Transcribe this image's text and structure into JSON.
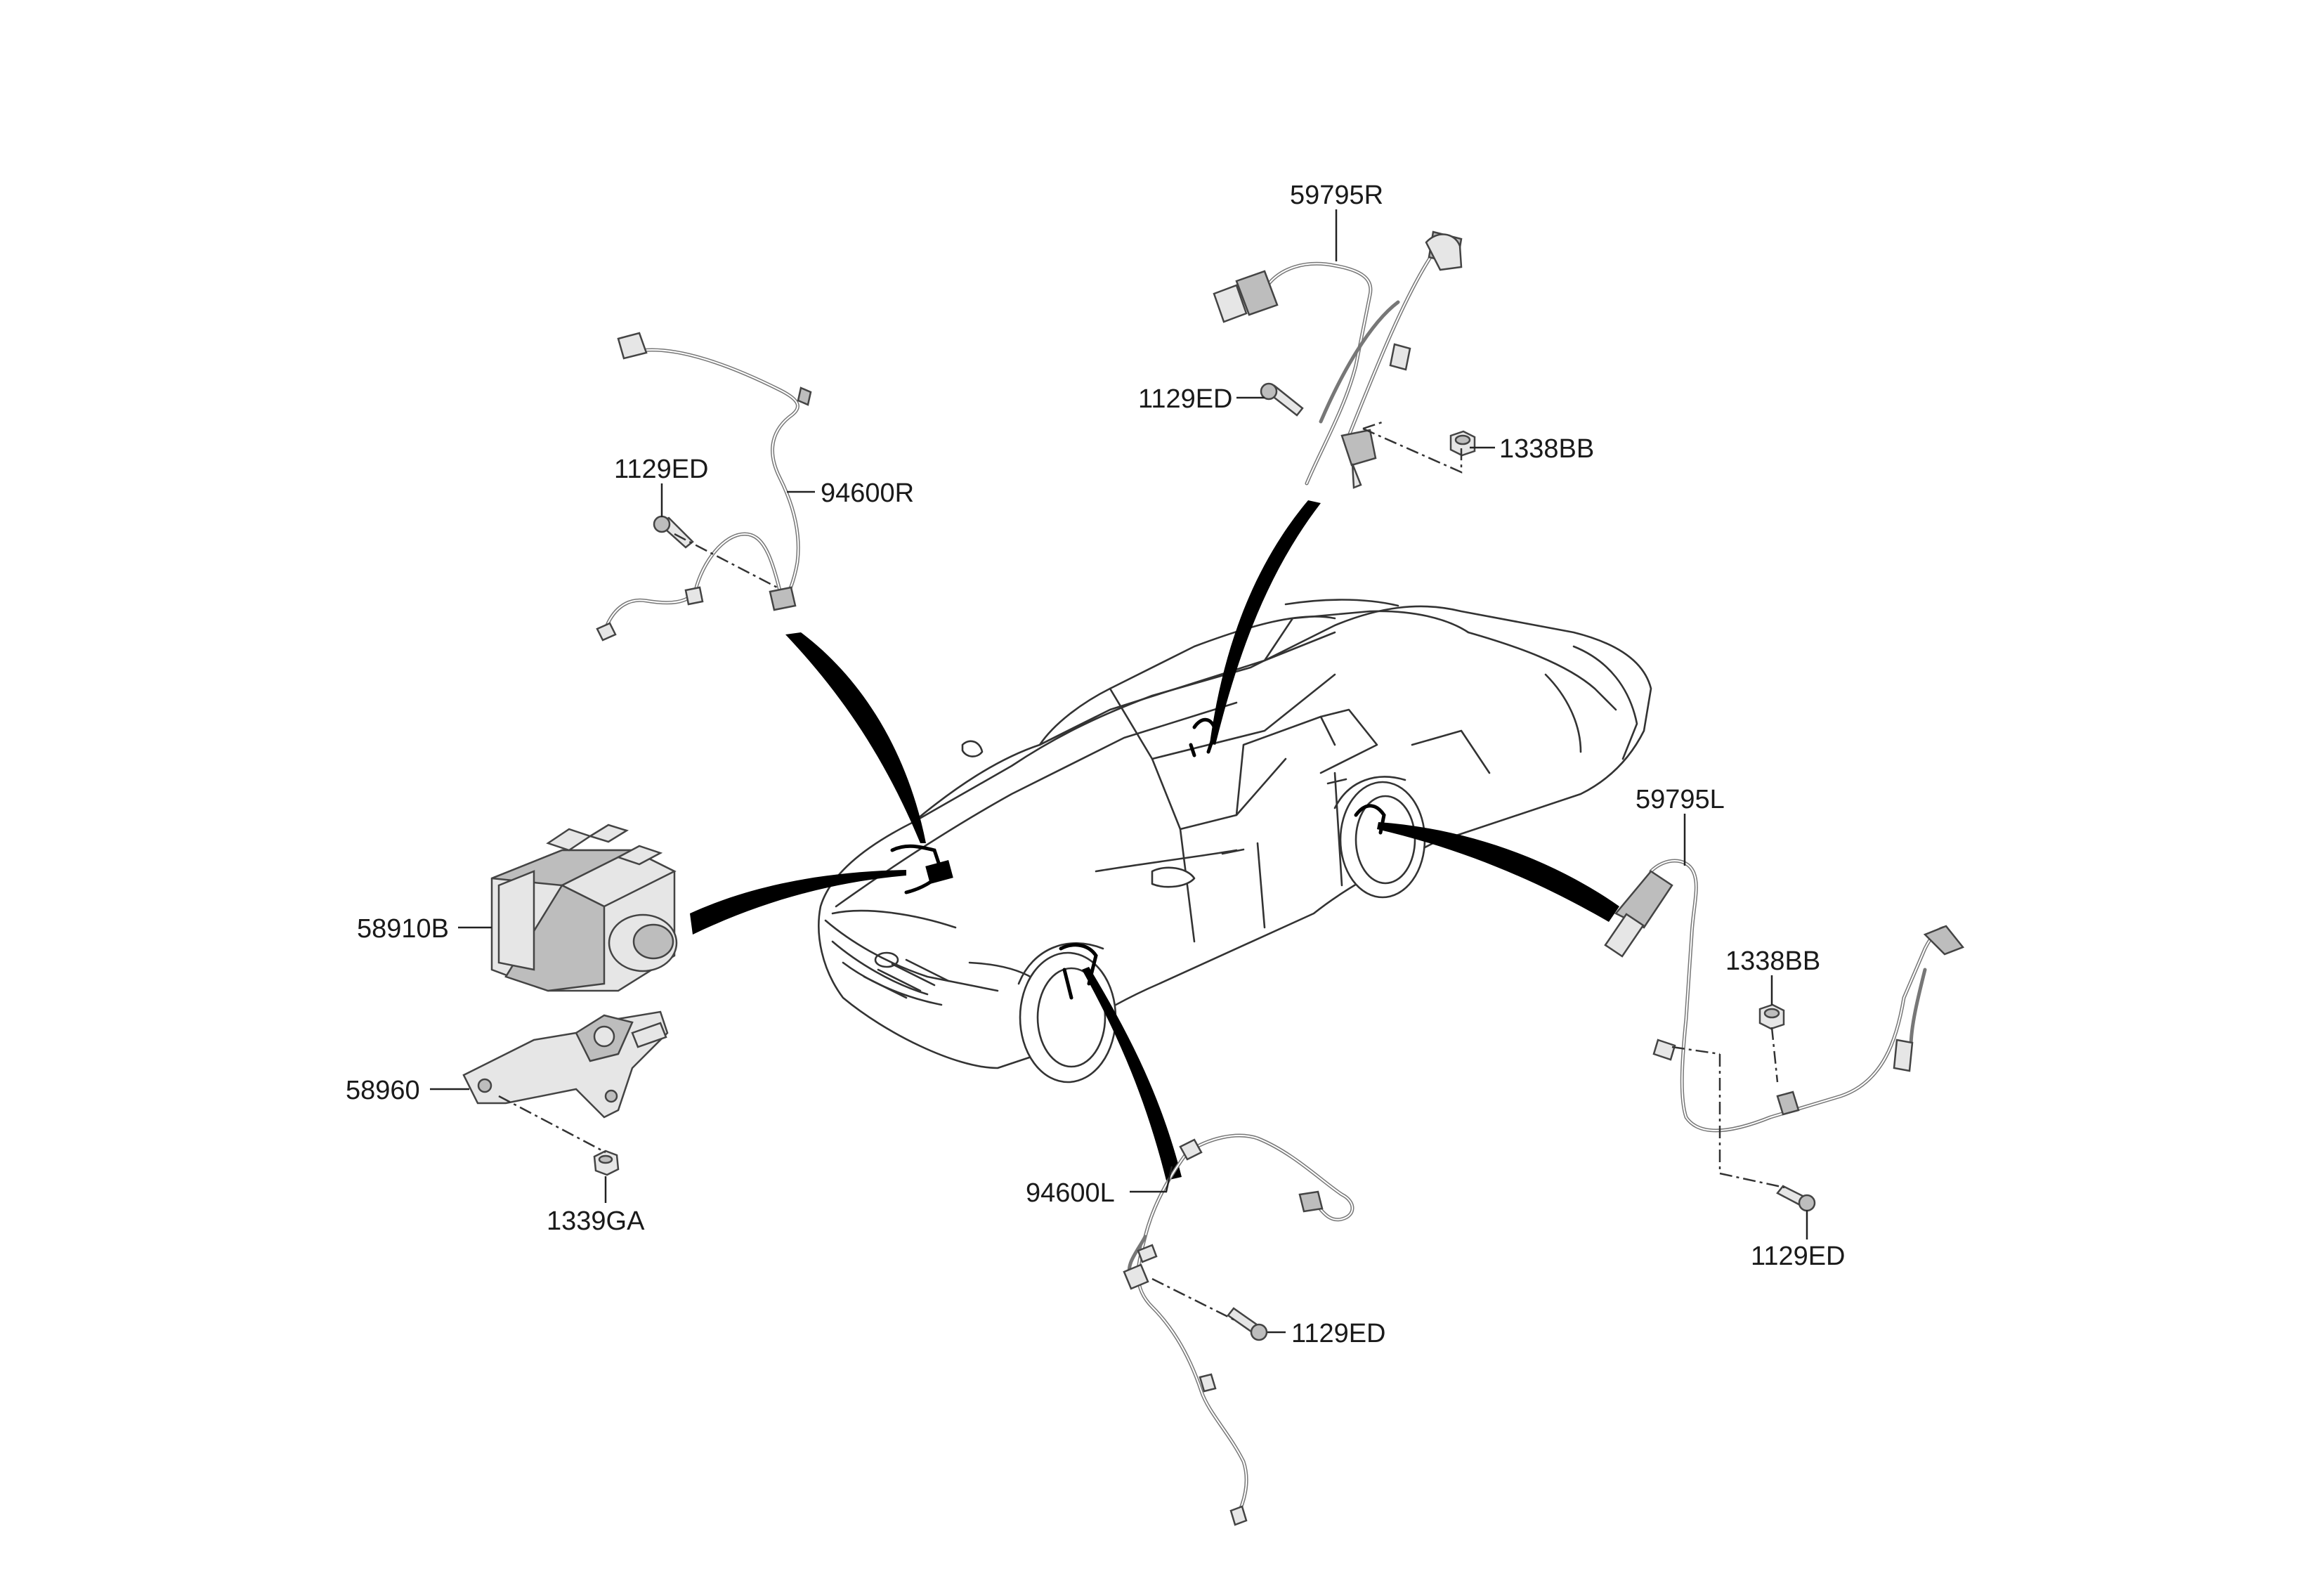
{
  "callouts": {
    "p59795R": "59795R",
    "p1129ED_top": "1129ED",
    "p1338BB_top": "1338BB",
    "p1129ED_left": "1129ED",
    "p94600R": "94600R",
    "p58910B": "58910B",
    "p58960": "58960",
    "p1339GA": "1339GA",
    "p94600L": "94600L",
    "p1129ED_bottom": "1129ED",
    "p59795L": "59795L",
    "p1338BB_right": "1338BB",
    "p1129ED_right": "1129ED"
  }
}
